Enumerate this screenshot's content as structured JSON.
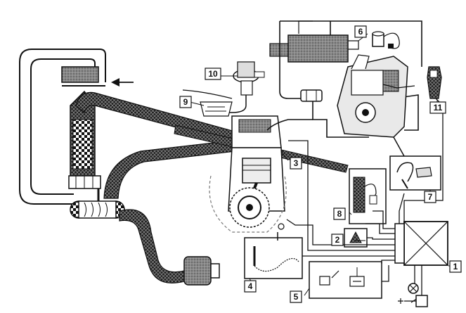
{
  "callouts": [
    {
      "id": "c1",
      "text": "1"
    },
    {
      "id": "c2",
      "text": "2"
    },
    {
      "id": "c3",
      "text": "3"
    },
    {
      "id": "c4",
      "text": "4"
    },
    {
      "id": "c5",
      "text": "5"
    },
    {
      "id": "c6",
      "text": "6"
    },
    {
      "id": "c7",
      "text": "7"
    },
    {
      "id": "c8",
      "text": "8"
    },
    {
      "id": "c9",
      "text": "9"
    },
    {
      "id": "c10",
      "text": "10"
    },
    {
      "id": "c11",
      "text": "11"
    }
  ],
  "colors": {
    "line": "#111111",
    "hatch": "#222222",
    "background": "#ffffff",
    "grey": "#bbbbbb"
  }
}
